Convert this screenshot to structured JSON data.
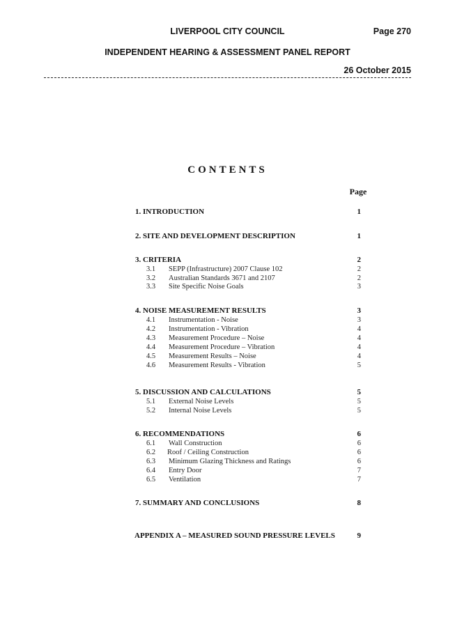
{
  "header": {
    "council": "LIVERPOOL CITY COUNCIL",
    "page": "Page 270",
    "report": "INDEPENDENT HEARING & ASSESSMENT PANEL REPORT",
    "date": "26 October 2015"
  },
  "contents": {
    "title": "CONTENTS",
    "page_col": "Page",
    "sections": [
      {
        "label": "1.  INTRODUCTION",
        "page": "1",
        "subs": []
      },
      {
        "label": "2.  SITE AND DEVELOPMENT DESCRIPTION",
        "page": "1",
        "subs": []
      },
      {
        "label": "3.  CRITERIA",
        "page": "2",
        "subs": [
          {
            "num": "3.1",
            "label": "SEPP (Infrastructure) 2007 Clause 102",
            "page": "2"
          },
          {
            "num": "3.2",
            "label": "Australian Standards 3671 and 2107",
            "page": "2"
          },
          {
            "num": "3.3",
            "label": "Site Specific Noise Goals",
            "page": "3"
          }
        ]
      },
      {
        "label": "4.  NOISE MEASUREMENT RESULTS",
        "page": "3",
        "subs": [
          {
            "num": "4.1",
            "label": "Instrumentation - Noise",
            "page": "3"
          },
          {
            "num": "4.2",
            "label": "Instrumentation - Vibration",
            "page": "4"
          },
          {
            "num": "4.3",
            "label": "Measurement Procedure – Noise",
            "page": "4"
          },
          {
            "num": "4.4",
            "label": "Measurement Procedure – Vibration",
            "page": "4"
          },
          {
            "num": "4.5",
            "label": "Measurement Results – Noise",
            "page": "4"
          },
          {
            "num": "4.6",
            "label": "Measurement Results - Vibration",
            "page": "5"
          }
        ]
      },
      {
        "label": "5.  DISCUSSION AND CALCULATIONS",
        "page": "5",
        "subs": [
          {
            "num": "5.1",
            "label": "External Noise Levels",
            "page": "5"
          },
          {
            "num": "5.2",
            "label": "Internal Noise Levels",
            "page": "5"
          }
        ]
      },
      {
        "label": "6.  RECOMMENDATIONS",
        "page": "6",
        "subs": [
          {
            "num": "6.1",
            "label": "Wall Construction",
            "page": "6"
          },
          {
            "num": "6.2",
            "label": "Roof / Ceiling Construction",
            "page": "6"
          },
          {
            "num": "6.3",
            "label": "Minimum Glazing Thickness and Ratings",
            "page": "6"
          },
          {
            "num": "6.4",
            "label": "Entry Door",
            "page": "7"
          },
          {
            "num": "6.5",
            "label": "Ventilation",
            "page": "7"
          }
        ]
      },
      {
        "label": "7.  SUMMARY AND CONCLUSIONS",
        "page": "8",
        "subs": []
      },
      {
        "label": "APPENDIX A – MEASURED SOUND PRESSURE LEVELS",
        "page": "9",
        "subs": []
      }
    ]
  }
}
